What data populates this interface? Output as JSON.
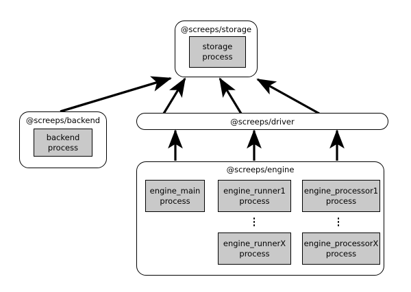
{
  "diagram": {
    "title": "screeps architecture process diagram",
    "background_color": "#ffffff",
    "node_fill_color": "#c9c9c9",
    "border_color": "#000000"
  },
  "packages": {
    "storage": {
      "title": "@screeps/storage",
      "process": {
        "line1": "storage",
        "line2": "process"
      }
    },
    "backend": {
      "title": "@screeps/backend",
      "process": {
        "line1": "backend",
        "line2": "process"
      }
    },
    "driver": {
      "title": "@screeps/driver"
    },
    "engine": {
      "title": "@screeps/engine",
      "processes": [
        {
          "line1": "engine_main",
          "line2": "process"
        },
        {
          "line1": "engine_runner1",
          "line2": "process"
        },
        {
          "line1": "engine_processor1",
          "line2": "process"
        },
        {
          "line1": "engine_runnerX",
          "line2": "process"
        },
        {
          "line1": "engine_processorX",
          "line2": "process"
        }
      ],
      "ellipsis_label": "vertical-ellipsis"
    }
  },
  "edges": [
    {
      "from": "backend",
      "to": "storage",
      "style": "solid-arrow"
    },
    {
      "from": "driver",
      "to": "storage",
      "style": "solid-arrow"
    },
    {
      "from": "driver",
      "to": "storage",
      "style": "solid-arrow"
    },
    {
      "from": "driver",
      "to": "storage",
      "style": "solid-arrow"
    },
    {
      "from": "engine",
      "to": "driver",
      "style": "solid-arrow"
    },
    {
      "from": "engine",
      "to": "driver",
      "style": "solid-arrow"
    },
    {
      "from": "engine",
      "to": "driver",
      "style": "solid-arrow"
    }
  ]
}
